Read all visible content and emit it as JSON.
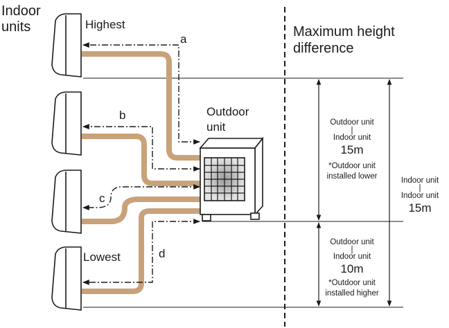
{
  "labels": {
    "indoor_units": [
      "Indoor",
      "units"
    ],
    "highest": "Highest",
    "lowest": "Lowest",
    "outdoor_unit": [
      "Outdoor",
      "unit"
    ],
    "max_height": [
      "Maximum height",
      "difference"
    ],
    "pipe_a": "a",
    "pipe_b": "b",
    "pipe_c": "c",
    "pipe_d": "d"
  },
  "lower_case": {
    "line1": "Outdoor unit",
    "sep": "|",
    "line2": "Indoor unit",
    "value": "15m",
    "note1": "*Outdoor unit",
    "note2": "installed lower"
  },
  "higher_case": {
    "line1": "Outdoor unit",
    "sep": "|",
    "line2": "Indoor unit",
    "value": "10m",
    "note1": "*Outdoor unit",
    "note2": "installed higher"
  },
  "total_case": {
    "line1": "Indoor unit",
    "sep": "|",
    "line2": "Indoor unit",
    "value": "15m"
  },
  "colors": {
    "pipe": "#c9a27a",
    "line": "#1a1a1a",
    "fan_shade": "#b8b8b8"
  }
}
